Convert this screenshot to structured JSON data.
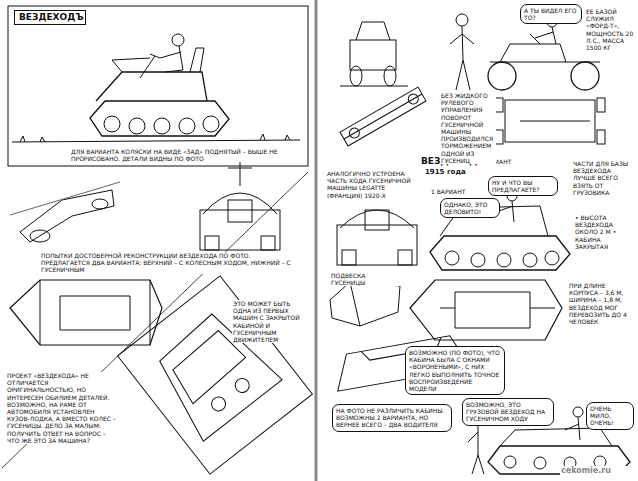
{
  "diagram": {
    "nodes": [
      {
        "text": [
          "ВЕЗДЕХОДЪ"
        ]
      },
      {
        "text": [
          "А ТЫ ВИДЕЛ ЕГО ТО?"
        ]
      },
      {
        "text": [
          "ОДНАКО, ЭТО ДЕЛОВИТО!"
        ]
      },
      {
        "text": [
          "НУ И ЧТО ВЫ ПРЕДЛАГАЕТЕ?"
        ]
      },
      {
        "text": [
          "ВОЗМОЖНО (ПО ФОТО), ЧТО КАБИНА БЫЛА С ОКНАМИ «ВОРОНЕНЫМИ», С НИХ ЛЕГКО ВЫПОЛНИТЬ ТОЧНОЕ ВОСПРОИЗВЕДЕНИЕ МОДЕЛИ"
        ]
      },
      {
        "text": [
          "НА ФОТО НЕ РАЗЛИЧИТЬ КАБИНЫ. ВОЗМОЖНЫ 2 ВАРИАНТА, НО ВЕРНЕЕ ВСЕГО – ДВА ВОДИТЕЛЯ"
        ]
      },
      {
        "text": [
          "ВОЗМОЖНО, ЭТО ГРУЗОВОЙ ВЕЗДЕХОД НА ГУСЕНИЧНОМ ХОДУ"
        ]
      },
      {
        "text": [
          "ОЧЕНЬ МИЛО, ОЧЕНЬ!"
        ]
      }
    ],
    "labels": [
      "ДЛЯ ВАРИАНТА КОЛЯСКИ НА ВИДЕ «ЗАД» ПОДНЯТЫЙ – ВЫШЕ НЕ ПРОРИСОВАНО. ДЕТАЛИ ВИДНЫ ПО ФОТО",
      "ПОПЫТКИ ДОСТОВЕРНОЙ РЕКОНСТРУКЦИИ ВЕЗДЕХОДА ПО ФОТО. ПРЕДЛАГАЕТСЯ ДВА ВАРИАНТА: ВЕРХНИЙ – С КОЛЕСНЫМ ХОДОМ, НИЖНИЙ – С ГУСЕНИЧНЫМ",
      "1 ВАРИАНТ",
      "2 ВАРИАНТ",
      "ВЕЗДЕХОДЪ",
      "1915 года",
      "АНАЛОГИЧНО УСТРОЕНА ЧАСТЬ ХОДА ГУСЕНИЧНОЙ МАШИНЫ LEGATTE (ФРАНЦИЯ) 1920-Х",
      "ПРОЕКТ «ВЕЗДЕХОДА» НЕ ОТЛИЧАЕТСЯ ОРИГИНАЛЬНОСТЬЮ, НО ИНТЕРЕСЕН ОБИЛИЕМ ДЕТАЛЕЙ. ВОЗМОЖНО, НА РАМЕ ОТ АВТОМОБИЛЯ УСТАНОВЛЕН КУЗОВ-ЛОДКА, А ВМЕСТО КОЛЕС – ГУСЕНИЦЫ. ДЕЛО ЗА МАЛЫМ: ПОЛУЧИТЬ ОТВЕТ НА ВОПРОС – ЧТО ЖЕ ЭТО ЗА МАШИНА?",
      "ЭТО МОЖЕТ БЫТЬ ОДНА ИЗ ПЕРВЫХ МАШИН С ЗАКРЫТОЙ КАБИНОЙ И ГУСЕНИЧНЫМ ДВИЖИТЕЛЕМ",
      "ЕЕ БАЗОЙ СЛУЖИЛ «ФОРД-Т», МОЩНОСТЬ 20 Л.С., МАССА 1500 КГ",
      "БЕЗ ЖИДКОГО РУЛЕВОГО УПРАВЛЕНИЯ ПОВОРОТ ГУСЕНИЧНОЙ МАШИНЫ ПРОИЗВОДИЛСЯ ТОРМОЖЕНИЕМ ОДНОЙ ИЗ ГУСЕНИЦ",
      "ЧАСТИ ДЛЯ БАЗЫ ВЕЗДЕХОДА ЛУЧШЕ ВСЕГО ВЗЯТЬ ОТ ГРУЗОВИКА",
      "• ВЫСОТА ВЕЗДЕХОДА ОКОЛО 2 М • КАБИНА ЗАКРЫТАЯ",
      "ПРИ ДЛИНЕ КОРПУСА – 3,6 М, ШИРИНА – 1,8 М, ВЕЗДЕХОД МОГ ПЕРЕВОЗИТЬ ДО 4 ЧЕЛОВЕК",
      "ПОДВЕСКА ГУСЕНИЦЫ",
      "cekomie.ru"
    ]
  }
}
